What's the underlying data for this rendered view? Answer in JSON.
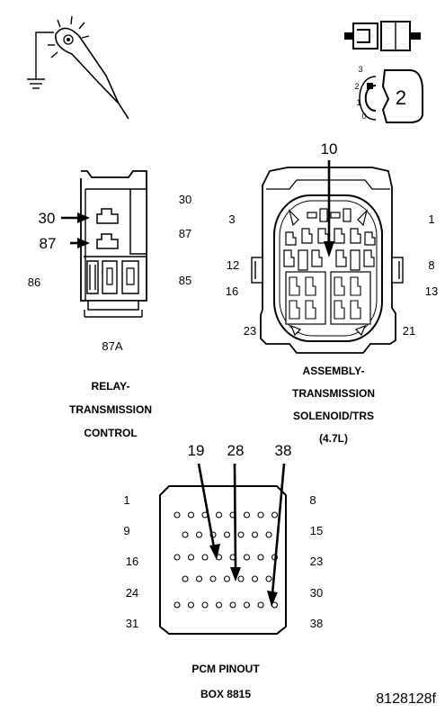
{
  "probe_icon": "test-light-probe-icon",
  "connector_icon": "connector-icon",
  "ignition_icon": "ignition-switch-icon",
  "ignition": {
    "positions": [
      "3",
      "2",
      "1",
      "0"
    ],
    "setting": "2"
  },
  "relay": {
    "caption": [
      "RELAY-",
      "TRANSMISSION",
      "CONTROL"
    ],
    "callouts": [
      "30",
      "87"
    ],
    "pins": {
      "p30": "30",
      "p87": "87",
      "p86": "86",
      "p85": "85",
      "p87a": "87A"
    }
  },
  "solenoid": {
    "caption": [
      "ASSEMBLY-",
      "TRANSMISSION",
      "SOLENOID/TRS",
      "(4.7L)"
    ],
    "callout": "10",
    "pins": {
      "p3": "3",
      "p1": "1",
      "p12": "12",
      "p8": "8",
      "p16": "16",
      "p13": "13",
      "p23": "23",
      "p21": "21"
    }
  },
  "pcm": {
    "caption": [
      "PCM PINOUT",
      "BOX 8815"
    ],
    "callouts": [
      "19",
      "28",
      "38"
    ],
    "rows": [
      {
        "left": "1",
        "right": "8"
      },
      {
        "left": "9",
        "right": "15"
      },
      {
        "left": "16",
        "right": "23"
      },
      {
        "left": "24",
        "right": "30"
      },
      {
        "left": "31",
        "right": "38"
      }
    ]
  },
  "figure_id": "8128128f"
}
